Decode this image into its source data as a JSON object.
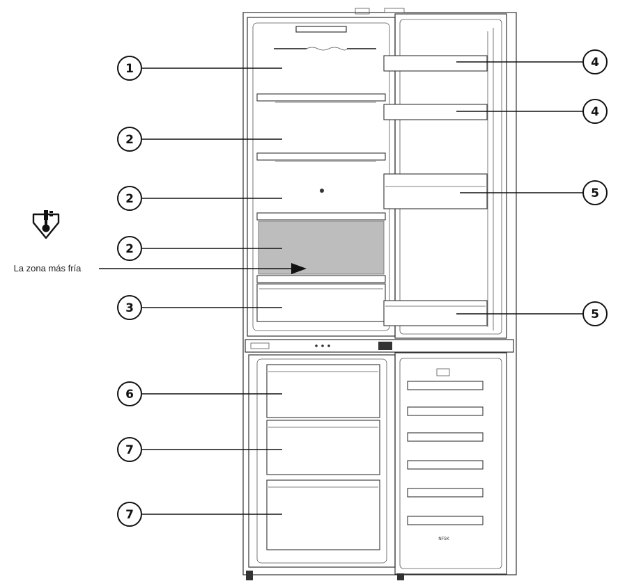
{
  "callouts": {
    "c1": "1",
    "c2a": "2",
    "c2b": "2",
    "c2c": "2",
    "c3": "3",
    "c4a": "4",
    "c4b": "4",
    "c5a": "5",
    "c5b": "5",
    "c6": "6",
    "c7a": "7",
    "c7b": "7"
  },
  "coldest_zone": {
    "label": "La zona más fría",
    "icon": "coldest-zone-icon"
  },
  "colors": {
    "coldest_zone_fill": "#bdbdbd",
    "line": "#111111"
  },
  "door_labels": {
    "freezer_bottom": "NFSK"
  }
}
